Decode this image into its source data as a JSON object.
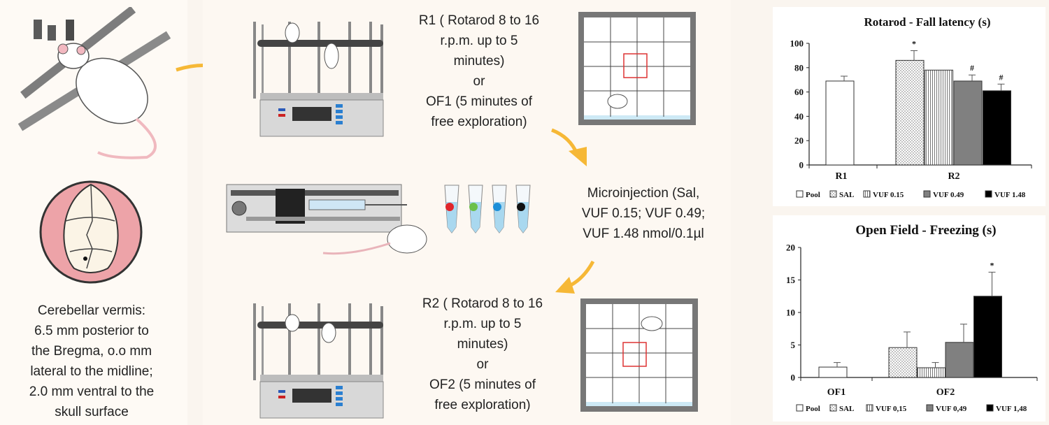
{
  "surgery": {
    "caption_lines": [
      "Cerebellar vermis:",
      "6.5 mm posterior to",
      "the Bregma, o.o mm",
      "lateral to the midline;",
      "2.0 mm ventral to the",
      "skull surface"
    ]
  },
  "protocol": {
    "step1_lines": [
      "R1 ( Rotarod 8 to 16",
      "r.p.m. up to 5",
      "minutes)",
      "or",
      "OF1 (5 minutes of",
      "free exploration)"
    ],
    "step2_lines": [
      "Microinjection (Sal,",
      "VUF 0.15; VUF 0.49;",
      "VUF 1.48 nmol/0.1µl"
    ],
    "step3_lines": [
      "R2 ( Rotarod 8 to 16",
      "r.p.m. up to 5",
      "minutes)",
      "or",
      "OF2 (5 minutes of",
      "free exploration)"
    ],
    "tube_colors": [
      "#e0262b",
      "#6cc04a",
      "#1d8fd8",
      "#111111"
    ]
  },
  "chart_data": [
    {
      "type": "bar",
      "title": "Rotarod - Fall latency (s)",
      "groups": [
        "R1",
        "R2"
      ],
      "ylim": [
        0,
        100
      ],
      "yticks": [
        "0",
        "20",
        "40",
        "60",
        "80",
        "100"
      ],
      "bars": [
        {
          "group": "R1",
          "series": "Pool",
          "value": 69,
          "error": 4,
          "mark": ""
        },
        {
          "group": "R2",
          "series": "SAL",
          "value": 86,
          "error": 8,
          "mark": "*"
        },
        {
          "group": "R2",
          "series": "VUF 0.15",
          "value": 78,
          "error": 0,
          "mark": ""
        },
        {
          "group": "R2",
          "series": "VUF 0.49",
          "value": 69,
          "error": 5,
          "mark": "#"
        },
        {
          "group": "R2",
          "series": "VUF 1.48",
          "value": 61,
          "error": 5.5,
          "mark": "#"
        }
      ],
      "legend": [
        "Pool",
        "SAL",
        "VUF 0.15",
        "VUF 0.49",
        "VUF 1.48"
      ]
    },
    {
      "type": "bar",
      "title": "Open Field - Freezing (s)",
      "groups": [
        "OF1",
        "OF2"
      ],
      "ylim": [
        0,
        20
      ],
      "yticks": [
        "0",
        "5",
        "10",
        "15",
        "20"
      ],
      "bars": [
        {
          "group": "OF1",
          "series": "Pool",
          "value": 1.6,
          "error": 0.7,
          "mark": ""
        },
        {
          "group": "OF2",
          "series": "SAL",
          "value": 4.6,
          "error": 2.4,
          "mark": ""
        },
        {
          "group": "OF2",
          "series": "VUF 0,15",
          "value": 1.5,
          "error": 0.8,
          "mark": ""
        },
        {
          "group": "OF2",
          "series": "VUF 0,49",
          "value": 5.4,
          "error": 2.8,
          "mark": ""
        },
        {
          "group": "OF2",
          "series": "VUF 1,48",
          "value": 12.5,
          "error": 3.7,
          "mark": "*"
        }
      ],
      "legend": [
        "Pool",
        "SAL",
        "VUF 0,15",
        "VUF 0,49",
        "VUF 1,48"
      ]
    }
  ]
}
